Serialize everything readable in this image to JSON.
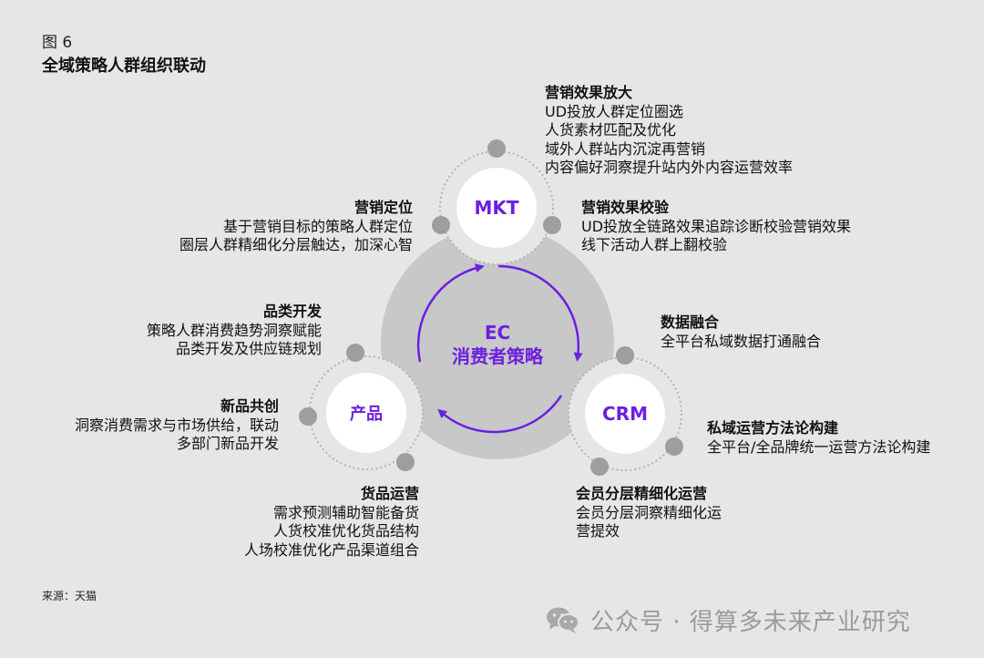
{
  "figure": {
    "number": "图 6",
    "title": "全域策略人群组织联动"
  },
  "center": {
    "line1": "EC",
    "line2": "消费者策略"
  },
  "nodes": {
    "mkt": "MKT",
    "crm": "CRM",
    "product": "产品"
  },
  "blocks": {
    "amplify": {
      "title": "营销效果放大",
      "lines": [
        "UD投放人群定位圈选",
        "人货素材匹配及优化",
        "域外人群站内沉淀再营销",
        "内容偏好洞察提升站内外内容运营效率"
      ]
    },
    "verify": {
      "title": "营销效果校验",
      "lines": [
        "UD投放全链路效果追踪诊断校验营销效果",
        "线下活动人群上翻校验"
      ]
    },
    "position": {
      "title": "营销定位",
      "lines": [
        "基于营销目标的策略人群定位",
        "圈层人群精细化分层触达，加深心智"
      ]
    },
    "category": {
      "title": "品类开发",
      "lines": [
        "策略人群消费趋势洞察赋能",
        "品类开发及供应链规划"
      ]
    },
    "fusion": {
      "title": "数据融合",
      "lines": [
        "全平台私域数据打通融合"
      ]
    },
    "newprod": {
      "title": "新品共创",
      "lines": [
        "洞察消费需求与市场供给，联动",
        "多部门新品开发"
      ]
    },
    "methodology": {
      "title": "私域运营方法论构建",
      "lines": [
        "全平台/全品牌统一运营方法论构建"
      ]
    },
    "goods": {
      "title": "货品运营",
      "lines": [
        "需求预测辅助智能备货",
        "人货校准优化货品结构",
        "人场校准优化产品渠道组合"
      ]
    },
    "member": {
      "title": "会员分层精细化运营",
      "lines": [
        "会员分层洞察精细化运",
        "营提效"
      ]
    }
  },
  "source": "来源：天猫",
  "watermark": "公众号 · 得算多未来产业研究",
  "colors": {
    "accent": "#6b1fe0",
    "big_circle": "#c8c8c8",
    "dot": "#9e9e9e",
    "background": "#e6e6e6"
  }
}
